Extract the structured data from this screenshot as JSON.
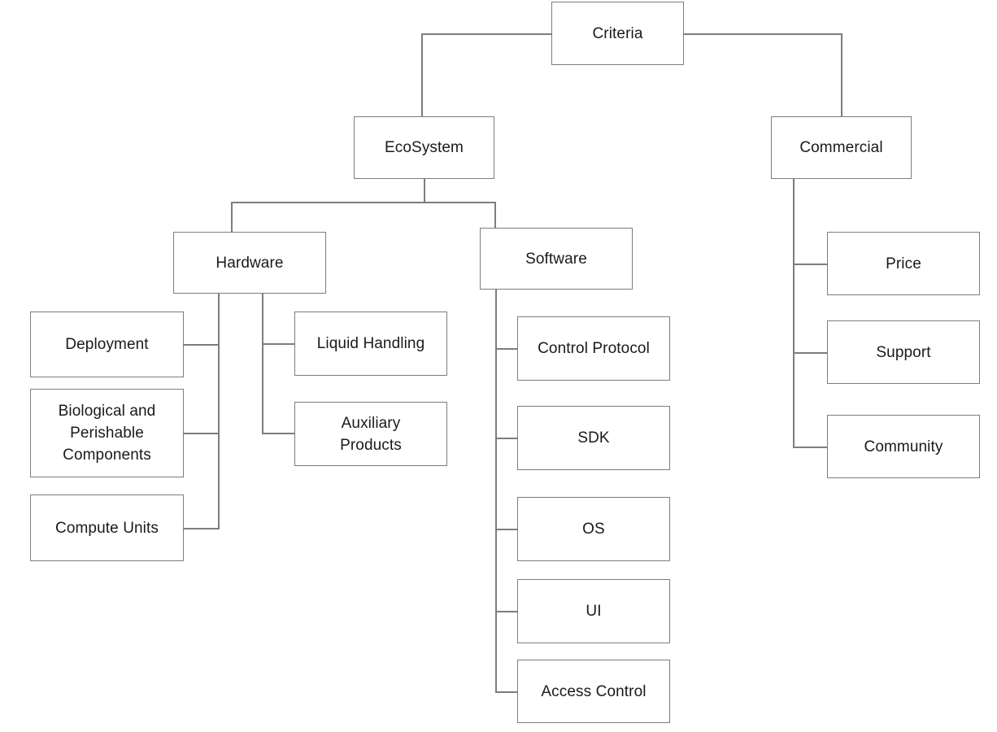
{
  "diagram": {
    "type": "tree",
    "title": "Criteria",
    "orientation": "top-down-then-left-trunk",
    "colors": {
      "line": "#7d7d7d",
      "text": "#1a1a1a",
      "background": "#ffffff"
    },
    "nodes": {
      "root": {
        "label": "Criteria"
      },
      "ecosystem": {
        "label": "EcoSystem"
      },
      "commercial": {
        "label": "Commercial"
      },
      "hardware": {
        "label": "Hardware"
      },
      "software": {
        "label": "Software"
      },
      "deployment": {
        "label": "Deployment"
      },
      "biological": {
        "label": "Biological and\nPerishable\nComponents"
      },
      "compute_units": {
        "label": "Compute Units"
      },
      "liquid_handling": {
        "label": "Liquid Handling"
      },
      "auxiliary_products": {
        "label": "Auxiliary\nProducts"
      },
      "control_protocol": {
        "label": "Control Protocol"
      },
      "sdk": {
        "label": "SDK"
      },
      "os": {
        "label": "OS"
      },
      "ui": {
        "label": "UI"
      },
      "access_control": {
        "label": "Access Control"
      },
      "price": {
        "label": "Price"
      },
      "support": {
        "label": "Support"
      },
      "community": {
        "label": "Community"
      }
    },
    "hierarchy": {
      "Criteria": {
        "EcoSystem": {
          "Hardware": [
            "Deployment",
            "Biological and Perishable Components",
            "Compute Units",
            "Liquid Handling",
            "Auxiliary Products"
          ],
          "Software": [
            "Control Protocol",
            "SDK",
            "OS",
            "UI",
            "Access Control"
          ]
        },
        "Commercial": [
          "Price",
          "Support",
          "Community"
        ]
      }
    }
  }
}
